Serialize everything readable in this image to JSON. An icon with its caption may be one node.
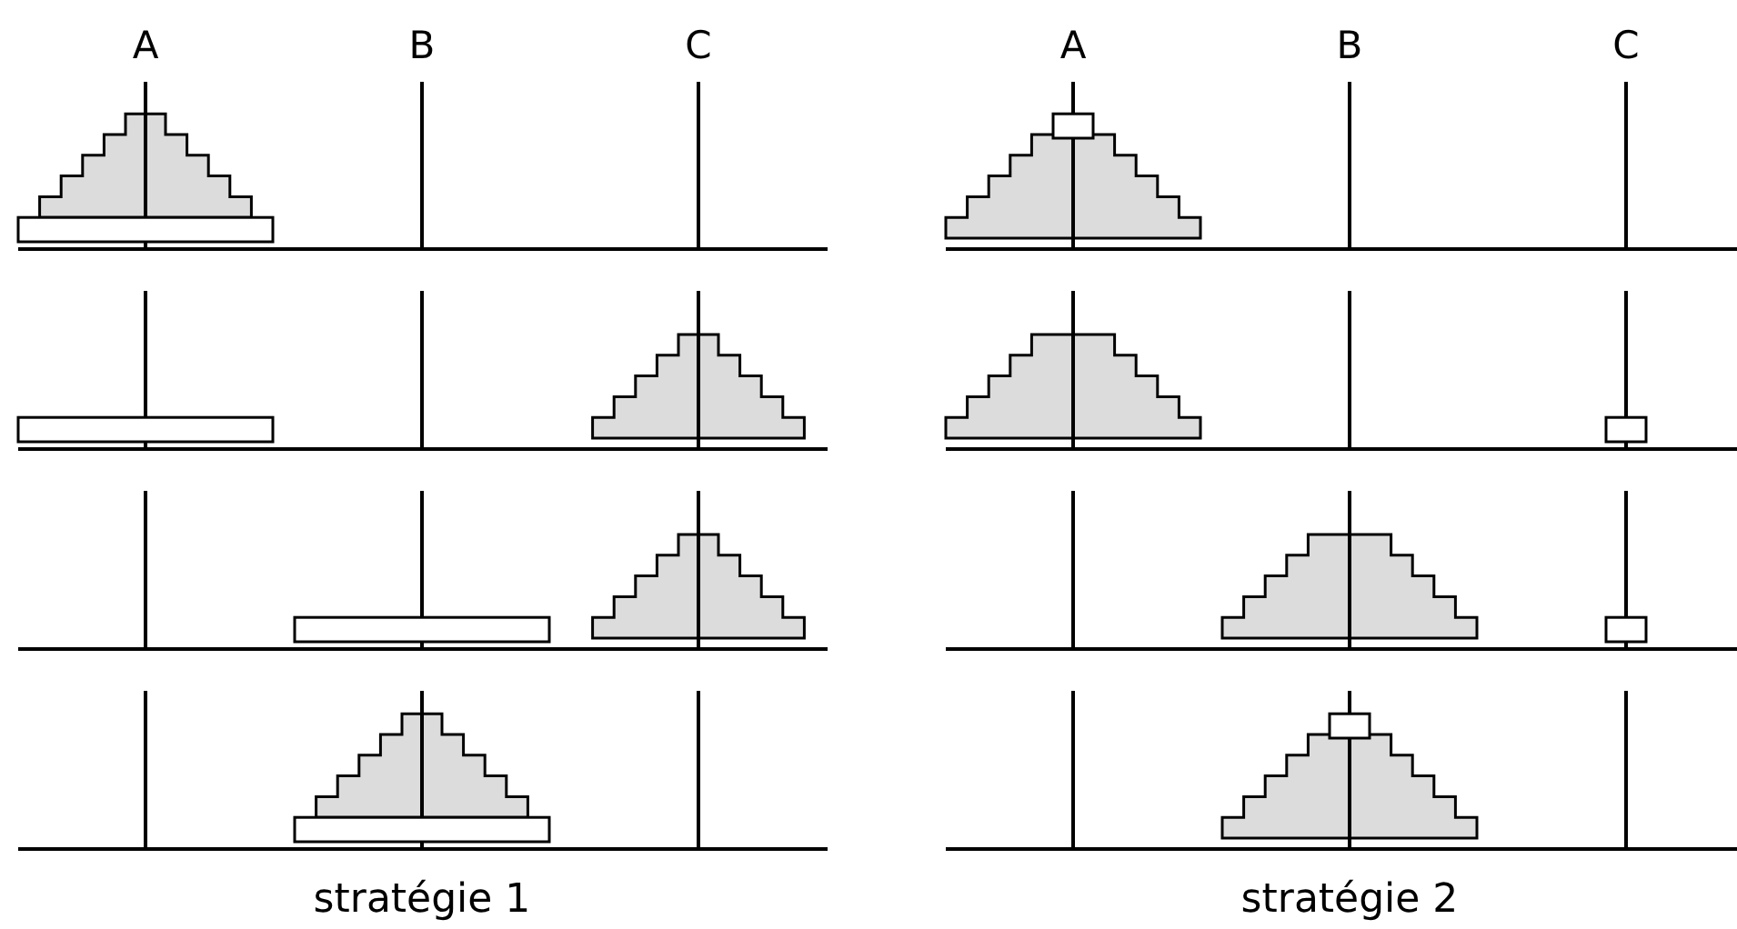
{
  "diagram": {
    "labels": [
      "A",
      "B",
      "C",
      "A",
      "B",
      "C",
      "stratégie 1",
      "stratégie 2"
    ]
  }
}
